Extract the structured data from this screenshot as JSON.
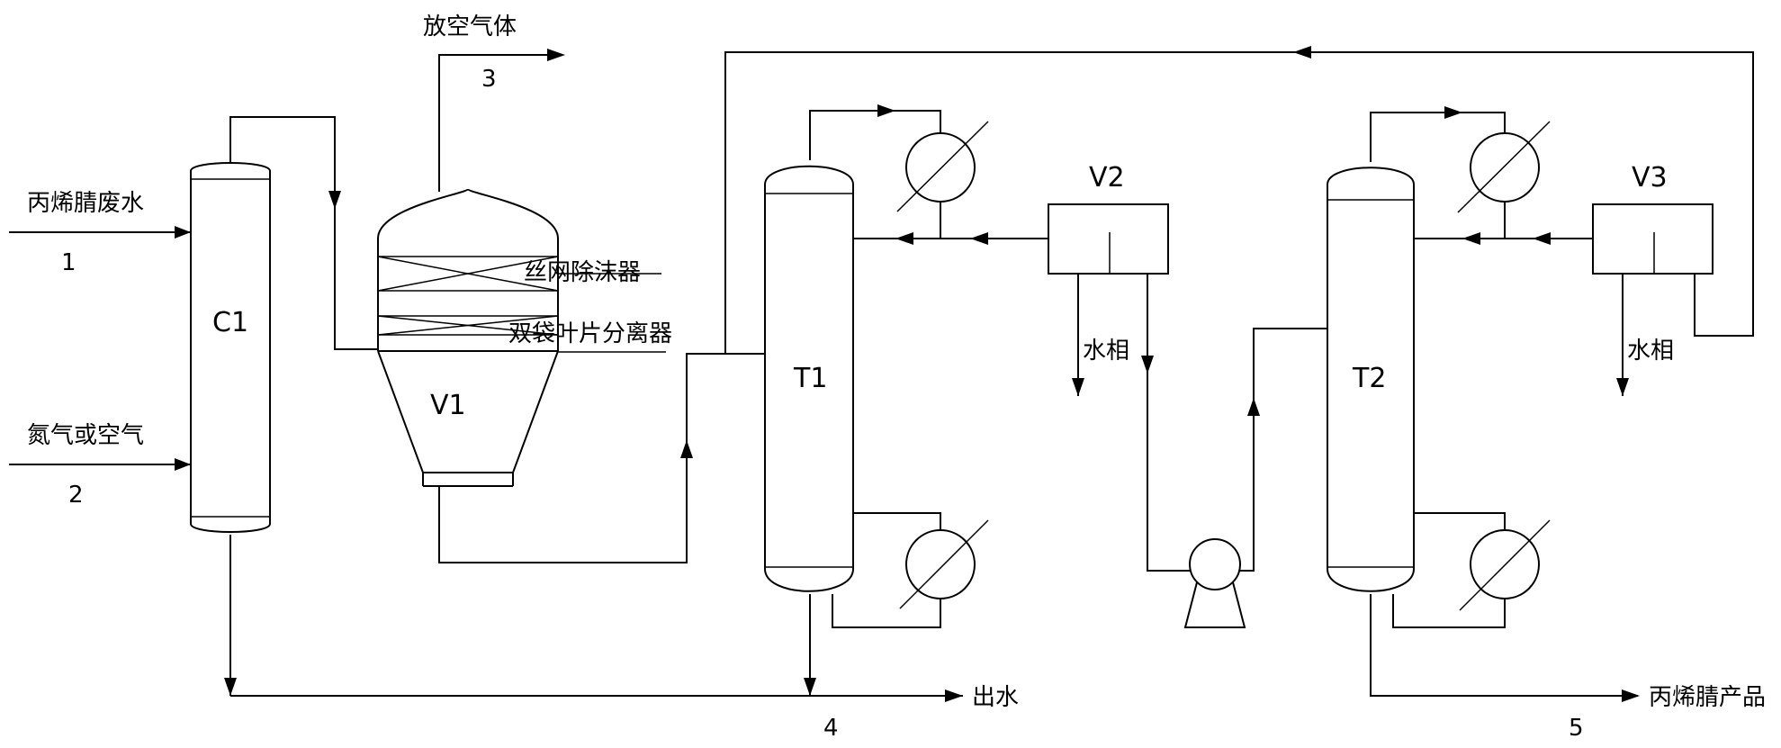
{
  "equipment": {
    "c1": "C1",
    "v1": "V1",
    "t1": "T1",
    "v2": "V2",
    "t2": "T2",
    "v3": "V3"
  },
  "streams": {
    "s1_label": "丙烯腈废水",
    "s1_number": "1",
    "s2_label": "氮气或空气",
    "s2_number": "2",
    "s3_label": "放空气体",
    "s3_number": "3",
    "s4_label": "出水",
    "s4_number": "4",
    "s5_label": "丙烯腈产品",
    "s5_number": "5"
  },
  "internals": {
    "demister": "丝网除沫器",
    "separator": "双袋叶片分离器"
  },
  "phases": {
    "v2_water": "水相",
    "v3_water": "水相"
  }
}
